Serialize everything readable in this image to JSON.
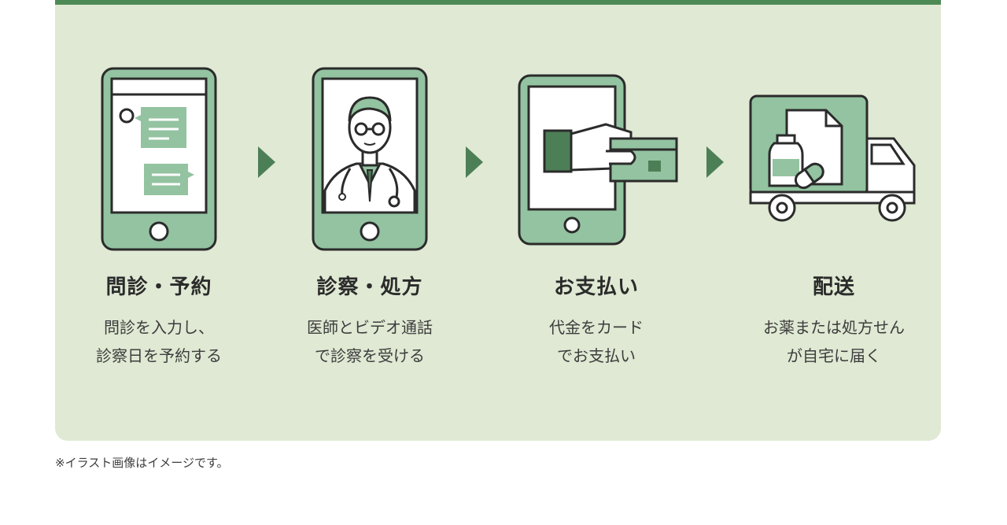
{
  "colors": {
    "panel_bg": "#dfe9d3",
    "panel_top_border": "#4e8a55",
    "accent_green": "#93c3a0",
    "arrow": "#4d7f57",
    "outline": "#2b2b2b"
  },
  "steps": [
    {
      "title": "問診・予約",
      "desc_line1": "問診を入力し、",
      "desc_line2": "診察日を予約する",
      "icon": "smartphone-chat-icon"
    },
    {
      "title": "診察・処方",
      "desc_line1": "医師とビデオ通話",
      "desc_line2": "で診察を受ける",
      "icon": "smartphone-doctor-icon"
    },
    {
      "title": "お支払い",
      "desc_line1": "代金をカード",
      "desc_line2": "でお支払い",
      "icon": "card-payment-icon"
    },
    {
      "title": "配送",
      "desc_line1": "お薬または処方せん",
      "desc_line2": "が自宅に届く",
      "icon": "delivery-truck-icon"
    }
  ],
  "footnote": "※イラスト画像はイメージです。"
}
